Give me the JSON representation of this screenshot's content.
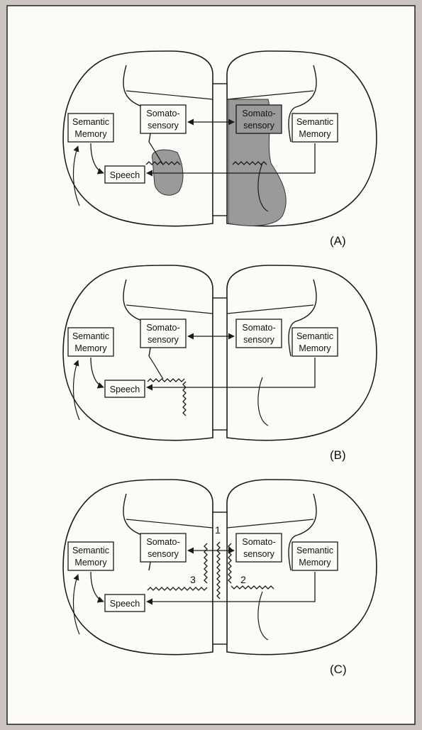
{
  "labels": {
    "somatosensory_line1": "Somato-",
    "somatosensory_line2": "sensory",
    "semantic_line1": "Semantic",
    "semantic_line2": "Memory",
    "speech": "Speech"
  },
  "panels": [
    {
      "id": "A",
      "label": "(A)"
    },
    {
      "id": "B",
      "label": "(B)"
    },
    {
      "id": "C",
      "label": "(C)"
    }
  ],
  "numbers": [
    "1",
    "2",
    "3"
  ],
  "colors": {
    "background": "#ccc4be",
    "frame": "#fdfbf8",
    "ink": "#1a1a1a",
    "lesion": "#9a9a9a"
  }
}
